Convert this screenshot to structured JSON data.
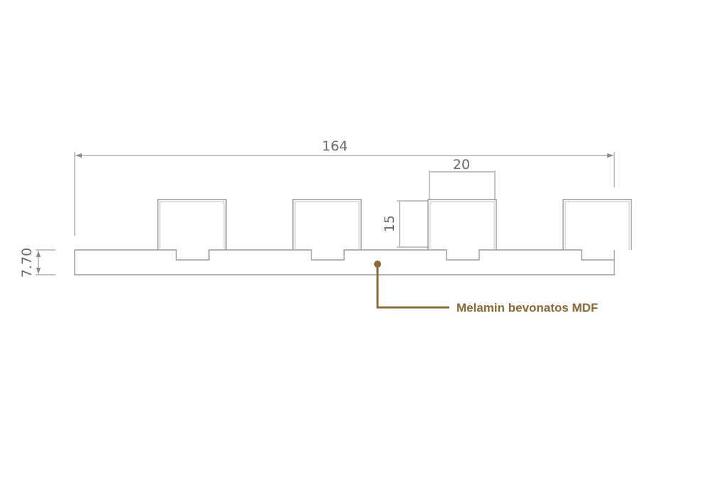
{
  "dimensions": {
    "overall_width": "164",
    "slat_width": "20",
    "slat_height": "15",
    "base_thickness": "7.70"
  },
  "callout": {
    "label": "Melamin bevonatos MDF"
  },
  "colors": {
    "outline": "#9a9a9a",
    "dimension": "#8a8a8a",
    "callout": "#8b6a35"
  }
}
